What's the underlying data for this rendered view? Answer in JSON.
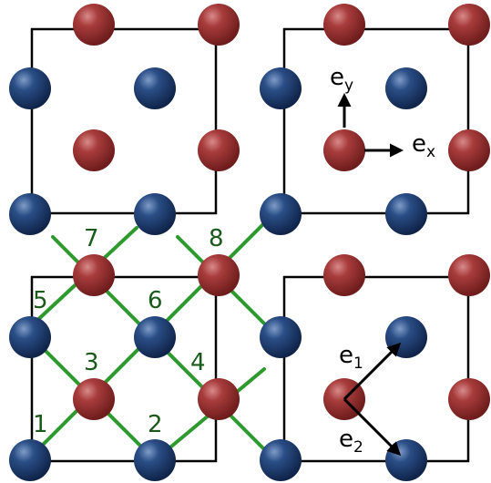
{
  "bond_labels": [
    "1",
    "2",
    "3",
    "4",
    "5",
    "6",
    "7",
    "8"
  ],
  "vectors": {
    "ex": {
      "base": "e",
      "sub": "x"
    },
    "ey": {
      "base": "e",
      "sub": "y"
    },
    "e1": {
      "base": "e",
      "sub": "1"
    },
    "e2": {
      "base": "e",
      "sub": "2"
    }
  },
  "colors": {
    "red_atom": "#8e2b2b",
    "blue_atom": "#1c3a6a",
    "bond": "#2e9a2e",
    "frame": "#000000",
    "label": "#1a5a1a"
  }
}
